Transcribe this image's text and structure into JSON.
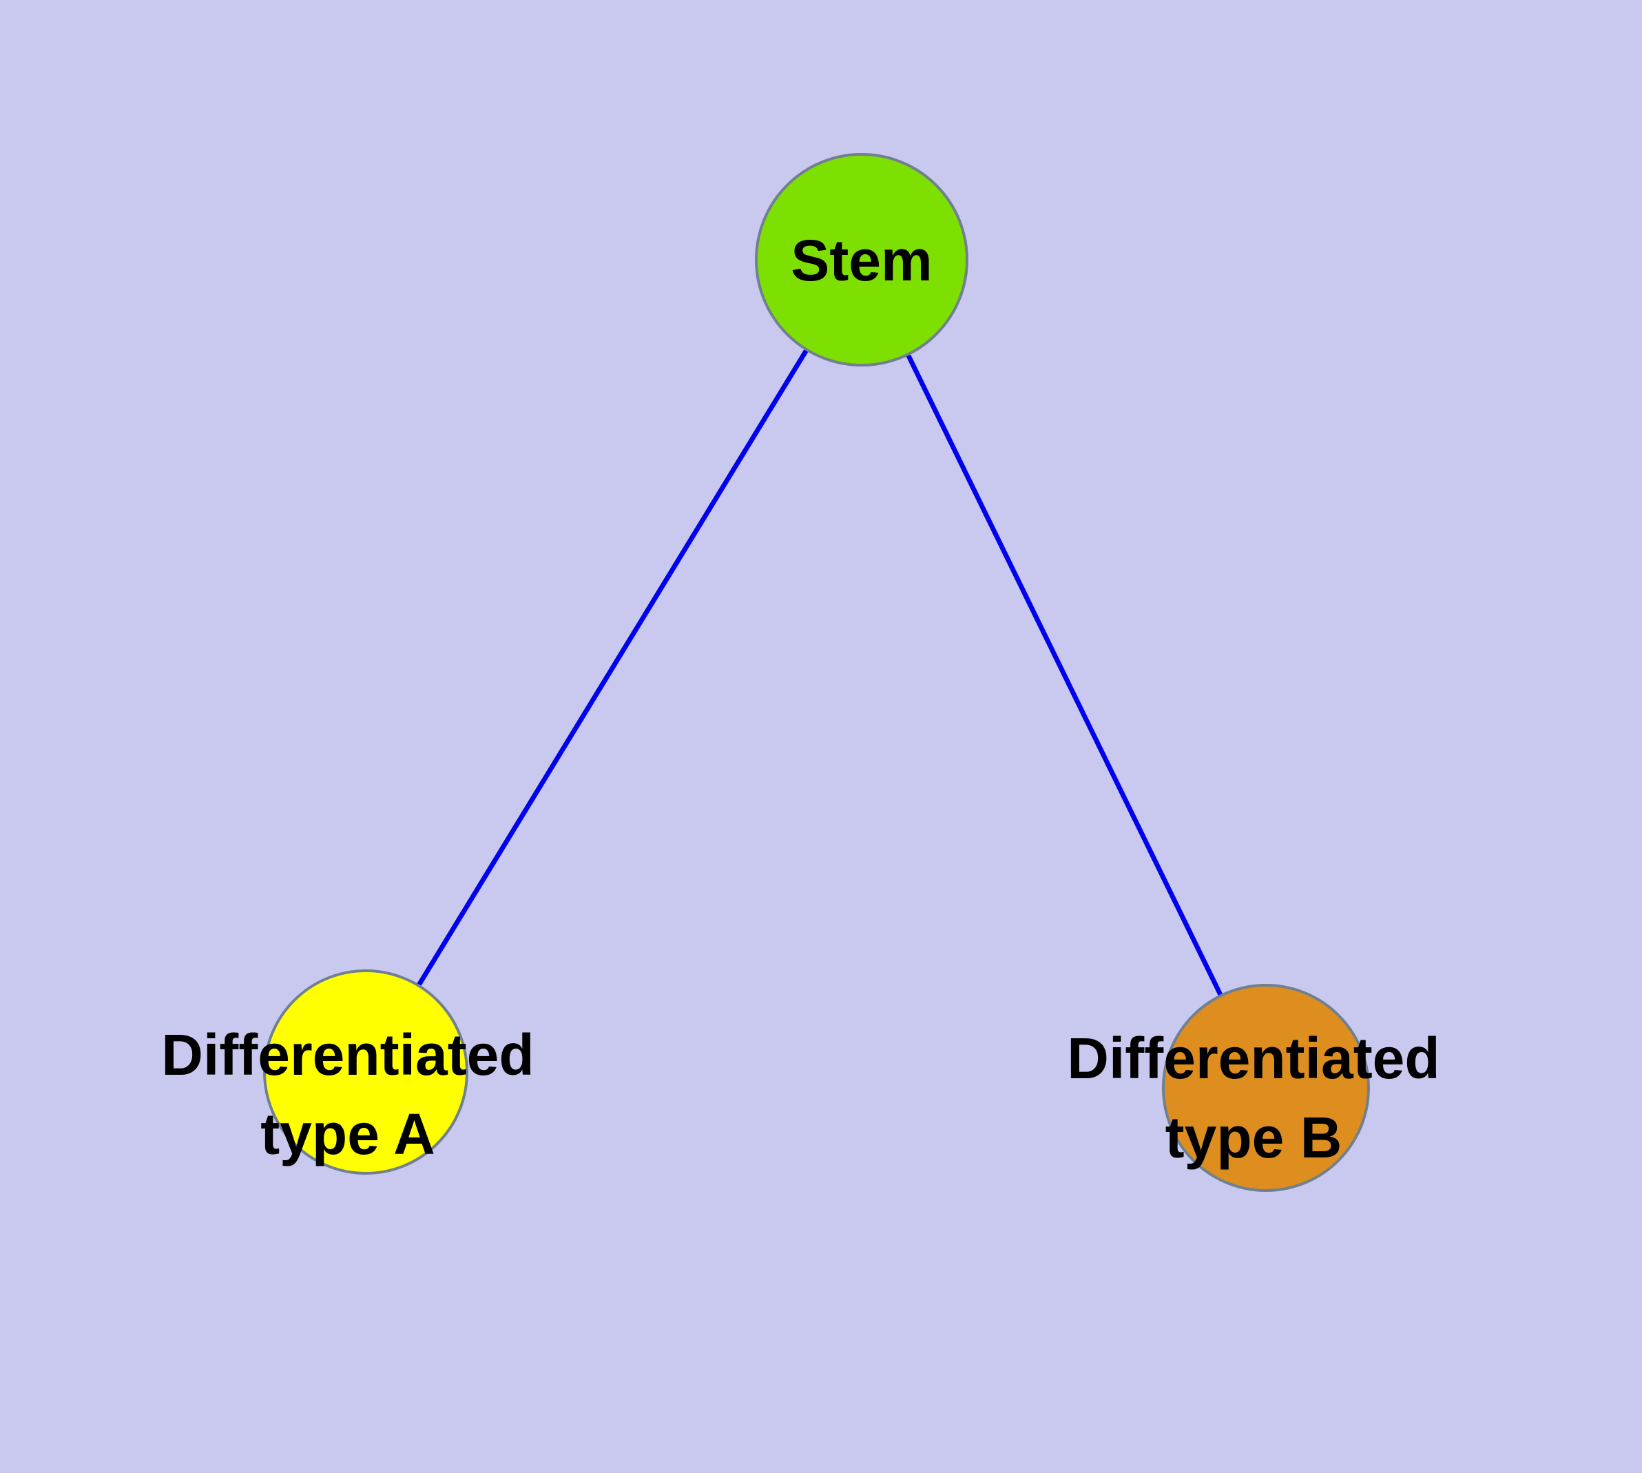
{
  "background_color": "#c9c9f0",
  "diagram": {
    "edge_color": "#0000ee",
    "node_border_color": "#708090",
    "nodes": {
      "stem": {
        "label": "Stem",
        "fill": "#7ee000"
      },
      "type_a": {
        "label": "Differentiated type A",
        "label_line1": "Differentiated",
        "label_line2": "type A",
        "fill": "#ffff00"
      },
      "type_b": {
        "label": "Differentiated type B",
        "label_line1": "Differentiated",
        "label_line2": "type B",
        "fill": "#dd8e1f"
      }
    },
    "edges": [
      {
        "from": "Stem",
        "to": "Differentiated type A"
      },
      {
        "from": "Stem",
        "to": "Differentiated type B"
      }
    ]
  }
}
